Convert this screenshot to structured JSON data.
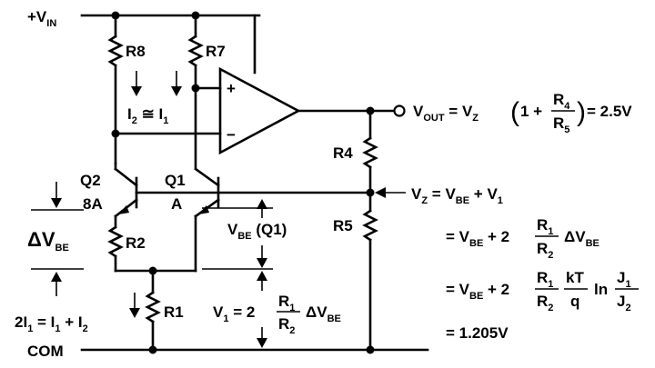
{
  "rails": {
    "vin": "+V",
    "vin_sub": "IN",
    "com": "COM"
  },
  "resistors": {
    "r8": "R8",
    "r7": "R7",
    "r4": "R4",
    "r5": "R5",
    "r2": "R2",
    "r1": "R1"
  },
  "transistors": {
    "q2": "Q2",
    "q2_area": "8A",
    "q1": "Q1",
    "q1_area": "A"
  },
  "opamp": {
    "plus": "+",
    "minus": "−"
  },
  "labels": {
    "currents": {
      "i2": "I",
      "i2_sub": "2",
      "approx": " ≅ I",
      "i1_sub": "1"
    },
    "sum_current": {
      "a": "2I",
      "a_sub": "1",
      "b": " = I",
      "b_sub": "1",
      "c": " + I",
      "c_sub": "2"
    },
    "dvbe": {
      "delta": "ΔV",
      "sub": "BE"
    },
    "vbe_q1": {
      "v": "V",
      "sub": "BE",
      "q": " (Q1)"
    },
    "v1_eq": {
      "lhs": "V",
      "lhs_sub": "1",
      "eq": " = 2",
      "num": "R",
      "num_sub": "1",
      "den": "R",
      "den_sub": "2",
      "tail": "ΔV",
      "tail_sub": "BE"
    },
    "vout_eq": {
      "lhs": "V",
      "lhs_sub": "OUT",
      "eq": " = V",
      "eq_sub": "Z",
      "paren_open": "(",
      "one": "1 +",
      "num": "R",
      "num_sub": "4",
      "den": "R",
      "den_sub": "5",
      "paren_close": ")",
      "result": " = 2.5V"
    },
    "vz_eq": {
      "line1": {
        "lhs": "V",
        "lhs_sub": "Z",
        "eq": " = V",
        "eq_sub": "BE",
        "tail": " + V",
        "tail_sub": "1"
      },
      "line2": {
        "eq": "= V",
        "eq_sub": "BE",
        "mid": " + 2",
        "num": "R",
        "num_sub": "1",
        "den": "R",
        "den_sub": "2",
        "tail": "ΔV",
        "tail_sub": "BE"
      },
      "line3": {
        "eq": "= V",
        "eq_sub": "BE",
        "mid": " + 2",
        "num": "R",
        "num_sub": "1",
        "den": "R",
        "den_sub": "2",
        "num2": "kT",
        "den2": "q",
        "ln": "ln",
        "num3": "J",
        "num3_sub": "1",
        "den3": "J",
        "den3_sub": "2"
      },
      "line4": {
        "text": "= 1.205V"
      }
    }
  }
}
